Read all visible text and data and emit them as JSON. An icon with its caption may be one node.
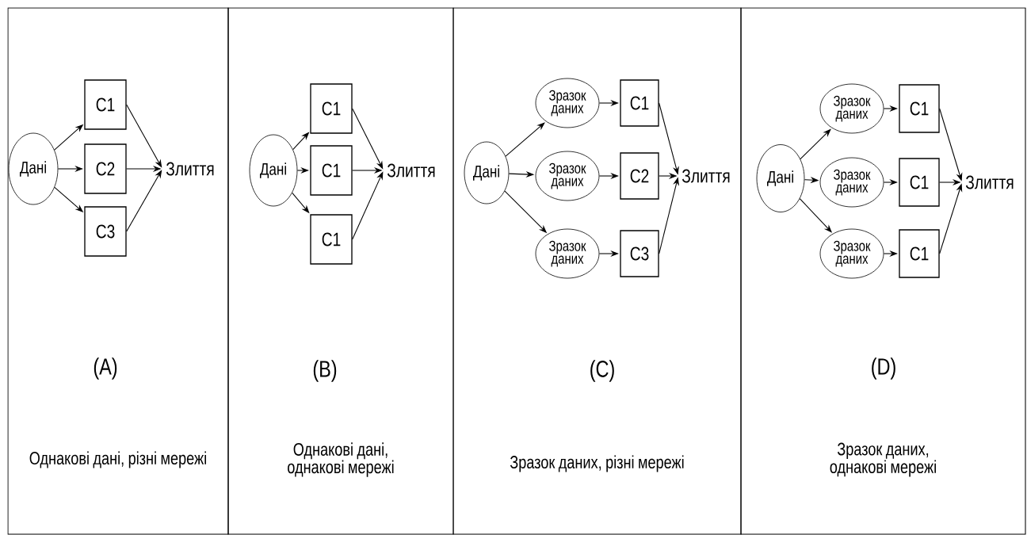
{
  "diagram": {
    "nodes": [
      {
        "text": [
          "(A)",
          "Однакові дані, різні мережі"
        ]
      },
      {
        "text": [
          "Дані"
        ],
        "in": 0
      },
      {
        "text": [
          "C1"
        ],
        "in": 0
      },
      {
        "text": [
          "C2"
        ],
        "in": 0
      },
      {
        "text": [
          "C3"
        ],
        "in": 0
      },
      {
        "text": [
          "Злиття"
        ],
        "in": 0
      },
      {
        "text": [
          "(B)",
          "Однакові дані, однакові мережі"
        ]
      },
      {
        "text": [
          "Дані"
        ],
        "in": 6
      },
      {
        "text": [
          "C1"
        ],
        "in": 6
      },
      {
        "text": [
          "C1"
        ],
        "in": 6
      },
      {
        "text": [
          "C1"
        ],
        "in": 6
      },
      {
        "text": [
          "Злиття"
        ],
        "in": 6
      },
      {
        "text": [
          "(C)",
          "Зразок даних, різні мережі"
        ]
      },
      {
        "text": [
          "Дані"
        ],
        "in": 12
      },
      {
        "text": [
          "Зразок даних"
        ],
        "in": 12
      },
      {
        "text": [
          "Зразок даних"
        ],
        "in": 12
      },
      {
        "text": [
          "Зразок даних"
        ],
        "in": 12
      },
      {
        "text": [
          "C1"
        ],
        "in": 12
      },
      {
        "text": [
          "C2"
        ],
        "in": 12
      },
      {
        "text": [
          "C3"
        ],
        "in": 12
      },
      {
        "text": [
          "Злиття"
        ],
        "in": 12
      },
      {
        "text": [
          "(D)",
          "Зразок даних, однакові мережі"
        ]
      },
      {
        "text": [
          "Дані"
        ],
        "in": 21
      },
      {
        "text": [
          "Зразок даних"
        ],
        "in": 21
      },
      {
        "text": [
          "Зразок даних"
        ],
        "in": 21
      },
      {
        "text": [
          "Зразок даних"
        ],
        "in": 21
      },
      {
        "text": [
          "C1"
        ],
        "in": 21
      },
      {
        "text": [
          "C1"
        ],
        "in": 21
      },
      {
        "text": [
          "C1"
        ],
        "in": 21
      },
      {
        "text": [
          "Злиття"
        ],
        "in": 21
      }
    ],
    "edges": [
      {
        "from": 1,
        "to": 2,
        "arrow": "to"
      },
      {
        "from": 1,
        "to": 3,
        "arrow": "to"
      },
      {
        "from": 1,
        "to": 4,
        "arrow": "to"
      },
      {
        "from": 2,
        "to": 5,
        "arrow": "to"
      },
      {
        "from": 3,
        "to": 5,
        "arrow": "to"
      },
      {
        "from": 4,
        "to": 5,
        "arrow": "to"
      },
      {
        "from": 7,
        "to": 8,
        "arrow": "to"
      },
      {
        "from": 7,
        "to": 9,
        "arrow": "to"
      },
      {
        "from": 7,
        "to": 10,
        "arrow": "to"
      },
      {
        "from": 8,
        "to": 11,
        "arrow": "to"
      },
      {
        "from": 9,
        "to": 11,
        "arrow": "to"
      },
      {
        "from": 10,
        "to": 11,
        "arrow": "to"
      },
      {
        "from": 13,
        "to": 14,
        "arrow": "to"
      },
      {
        "from": 13,
        "to": 15,
        "arrow": "to"
      },
      {
        "from": 13,
        "to": 16,
        "arrow": "to"
      },
      {
        "from": 14,
        "to": 17,
        "arrow": "to"
      },
      {
        "from": 15,
        "to": 18,
        "arrow": "to"
      },
      {
        "from": 16,
        "to": 19,
        "arrow": "to"
      },
      {
        "from": 17,
        "to": 20,
        "arrow": "to"
      },
      {
        "from": 18,
        "to": 20,
        "arrow": "to"
      },
      {
        "from": 19,
        "to": 20,
        "arrow": "to"
      },
      {
        "from": 22,
        "to": 23,
        "arrow": "to"
      },
      {
        "from": 22,
        "to": 24,
        "arrow": "to"
      },
      {
        "from": 22,
        "to": 25,
        "arrow": "to"
      },
      {
        "from": 23,
        "to": 26,
        "arrow": "to"
      },
      {
        "from": 24,
        "to": 27,
        "arrow": "to"
      },
      {
        "from": 25,
        "to": 28,
        "arrow": "to"
      },
      {
        "from": 26,
        "to": 29,
        "arrow": "to"
      },
      {
        "from": 27,
        "to": 29,
        "arrow": "to"
      },
      {
        "from": 28,
        "to": 29,
        "arrow": "to"
      }
    ]
  }
}
